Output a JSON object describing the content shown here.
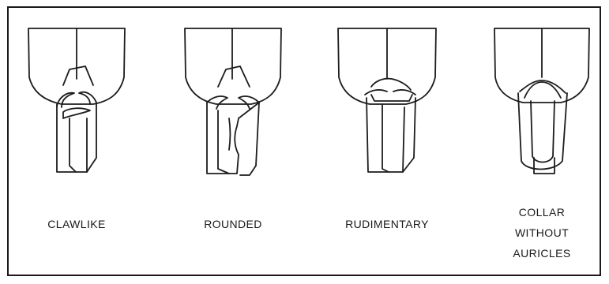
{
  "figure": {
    "panels": [
      {
        "id": "clawlike",
        "label_lines": [
          "CLAWLIKE"
        ]
      },
      {
        "id": "rounded",
        "label_lines": [
          "ROUNDED"
        ]
      },
      {
        "id": "rudimentary",
        "label_lines": [
          "RUDIMENTARY"
        ]
      },
      {
        "id": "collar",
        "label_lines": [
          "COLLAR",
          "WITHOUT",
          "AURICLES"
        ]
      }
    ]
  }
}
